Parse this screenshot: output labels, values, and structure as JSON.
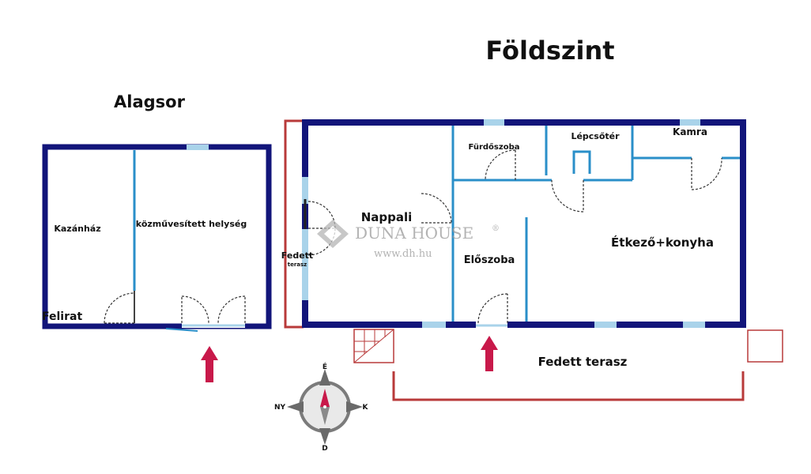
{
  "titles": {
    "ground_floor": "Földszint",
    "basement": "Alagsor"
  },
  "basement": {
    "boiler_room": "Kazánház",
    "utility_room": "közművesített helység",
    "caption": "Felirat"
  },
  "ground_floor": {
    "bathroom": "Fürdőszoba",
    "stairwell": "Lépcsőtér",
    "pantry": "Kamra",
    "living_room": "Nappali",
    "hall": "Előszoba",
    "kitchen": "Étkező+konyha",
    "side_terrace_line1": "Fedett",
    "side_terrace_line2": "terasz",
    "front_terrace": "Fedett terasz"
  },
  "watermark": {
    "brand": "DUNA HOUSE",
    "registered": "®",
    "url": "www.dh.hu"
  },
  "compass": {
    "north": "É",
    "south": "D",
    "east": "K",
    "west": "NY"
  },
  "colors": {
    "wall": "#12157a",
    "partition": "#2a8fc9",
    "window": "#a9d3ea",
    "terrace": "#b83a3a",
    "arrow": "#c8194a",
    "door": "#333333"
  }
}
